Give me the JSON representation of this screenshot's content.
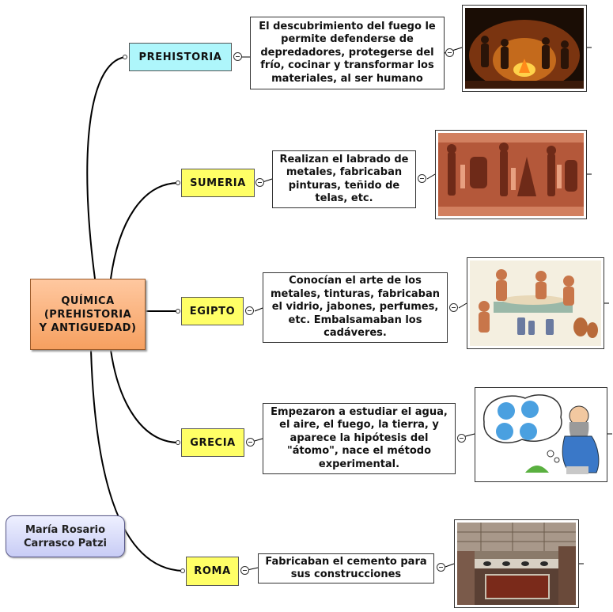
{
  "central": {
    "text": "QUÍMICA (PREHISTORIA Y ANTIGUEDAD)"
  },
  "author": {
    "name": "María Rosario Carrasco Patzi"
  },
  "branches": [
    {
      "label": "PREHISTORIA",
      "description": "El descubrimiento del fuego le permite defenderse de depredadores, protegerse del frío, cocinar y transformar los materiales, al ser humano",
      "image": "cave-fire-image"
    },
    {
      "label": "SUMERIA",
      "description": "Realizan el labrado de metales, fabricaban pinturas, teñido de telas, etc.",
      "image": "sumerian-relief-image"
    },
    {
      "label": "EGIPTO",
      "description": "Conocían el arte de los metales, tinturas, fabricaban el vidrio, jabones, perfumes, etc. Embalsamaban los cadáveres.",
      "image": "egyptian-embalming-image"
    },
    {
      "label": "GRECIA",
      "description": "Empezaron a estudiar el agua, el aire, el fuego, la tierra, y aparece la hipótesis del \"átomo\", nace el método experimental.",
      "image": "greek-philosopher-elements-image"
    },
    {
      "label": "ROMA",
      "description": "Fabricaban el cemento para sus construcciones",
      "image": "roman-ruins-image"
    }
  ],
  "colors": {
    "central_fill": "#f6a060",
    "prehistoria_fill": "#aef6fb",
    "topic_fill": "#ffff66",
    "author_fill": "#d8dafa"
  }
}
